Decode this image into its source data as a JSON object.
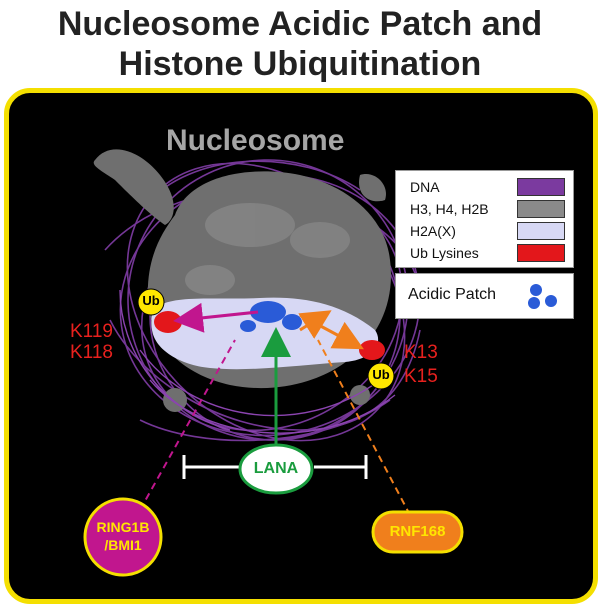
{
  "title_line1": "Nucleosome Acidic Patch and",
  "title_line2": "Histone Ubiquitination",
  "nucleosome_label": "Nucleosome",
  "legend": [
    {
      "label": "DNA",
      "color": "#7b3a9f"
    },
    {
      "label": "H3, H4, H2B",
      "color": "#8a8a8a"
    },
    {
      "label": "H2A(X)",
      "color": "#d7d8f4"
    },
    {
      "label": "Ub Lysines",
      "color": "#e3171b"
    }
  ],
  "acidic_patch_label": "Acidic Patch",
  "acidic_patch_color": "#2a5bd7",
  "ub_label": "Ub",
  "lysines_left": [
    "K119",
    "K118"
  ],
  "lysines_right": [
    "K13",
    "K15"
  ],
  "lana_label": "LANA",
  "ring1b_label_line1": "RING1B",
  "ring1b_label_line2": "/BMI1",
  "rnf168_label": "RNF168",
  "colors": {
    "panel_border": "#f4df00",
    "lana_green": "#1a9c3e",
    "ring1b_magenta": "#c1168e",
    "rnf168_orange": "#f07f1c",
    "ub_yellow": "#ffe600"
  }
}
